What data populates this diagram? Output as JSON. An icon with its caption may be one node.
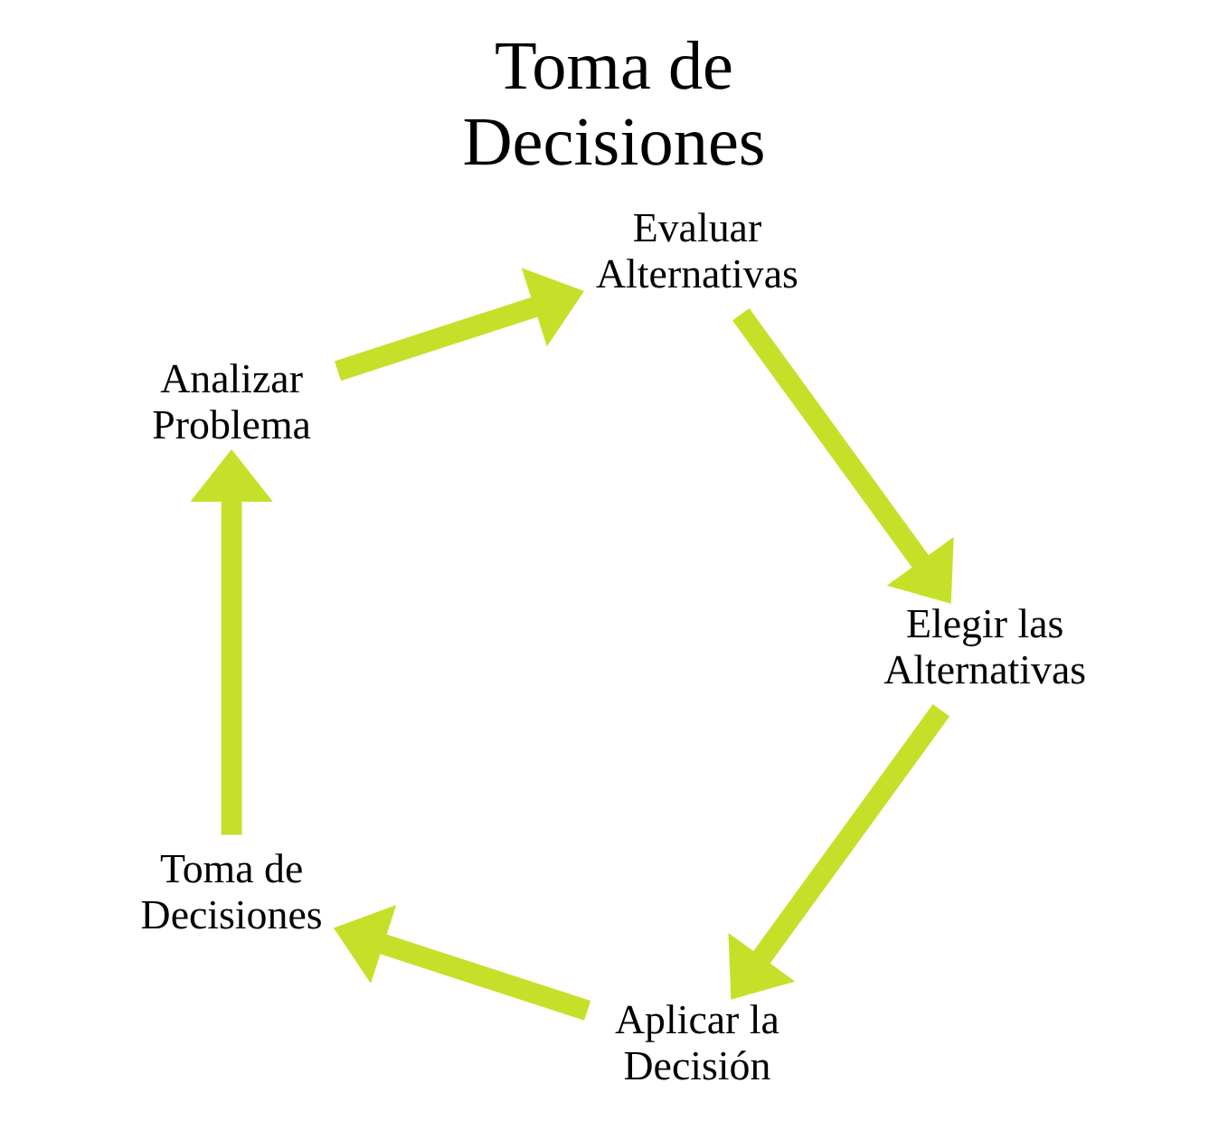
{
  "diagram": {
    "title": "Toma de Decisiones",
    "nodes": [
      {
        "text": [
          "Aplicar la Decisión"
        ]
      },
      {
        "text": [
          "Toma de Decisiones"
        ]
      },
      {
        "text": [
          "Analizar Problema"
        ]
      },
      {
        "text": [
          "Evaluar Alternativas"
        ]
      },
      {
        "text": [
          "Elegir las Alternativas"
        ]
      }
    ],
    "edges": [
      {
        "from": 0,
        "to": 1,
        "arrow": "to"
      },
      {
        "from": 1,
        "to": 2,
        "arrow": "to"
      },
      {
        "from": 2,
        "to": 3,
        "arrow": "to"
      },
      {
        "from": 3,
        "to": 4,
        "arrow": "to"
      },
      {
        "from": 4,
        "to": 0,
        "arrow": "to"
      }
    ]
  }
}
